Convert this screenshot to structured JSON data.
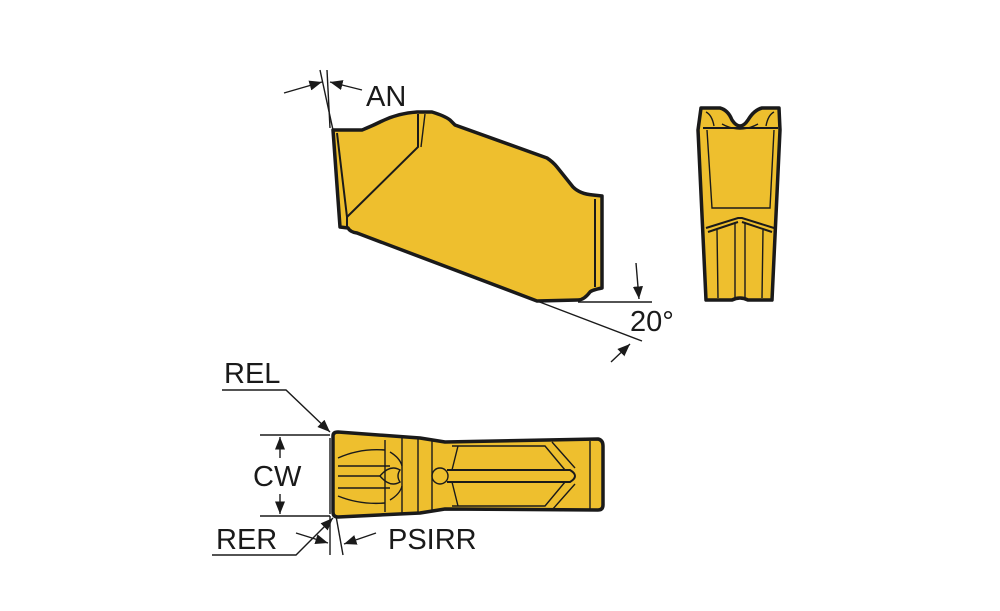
{
  "colors": {
    "insert": "#eebf2e",
    "outline": "#1a1a1a",
    "background": "#ffffff"
  },
  "labels": {
    "an": "AN",
    "angle": "20°",
    "rel": "REL",
    "cw": "CW",
    "rer": "RER",
    "psirr": "PSIRR"
  }
}
